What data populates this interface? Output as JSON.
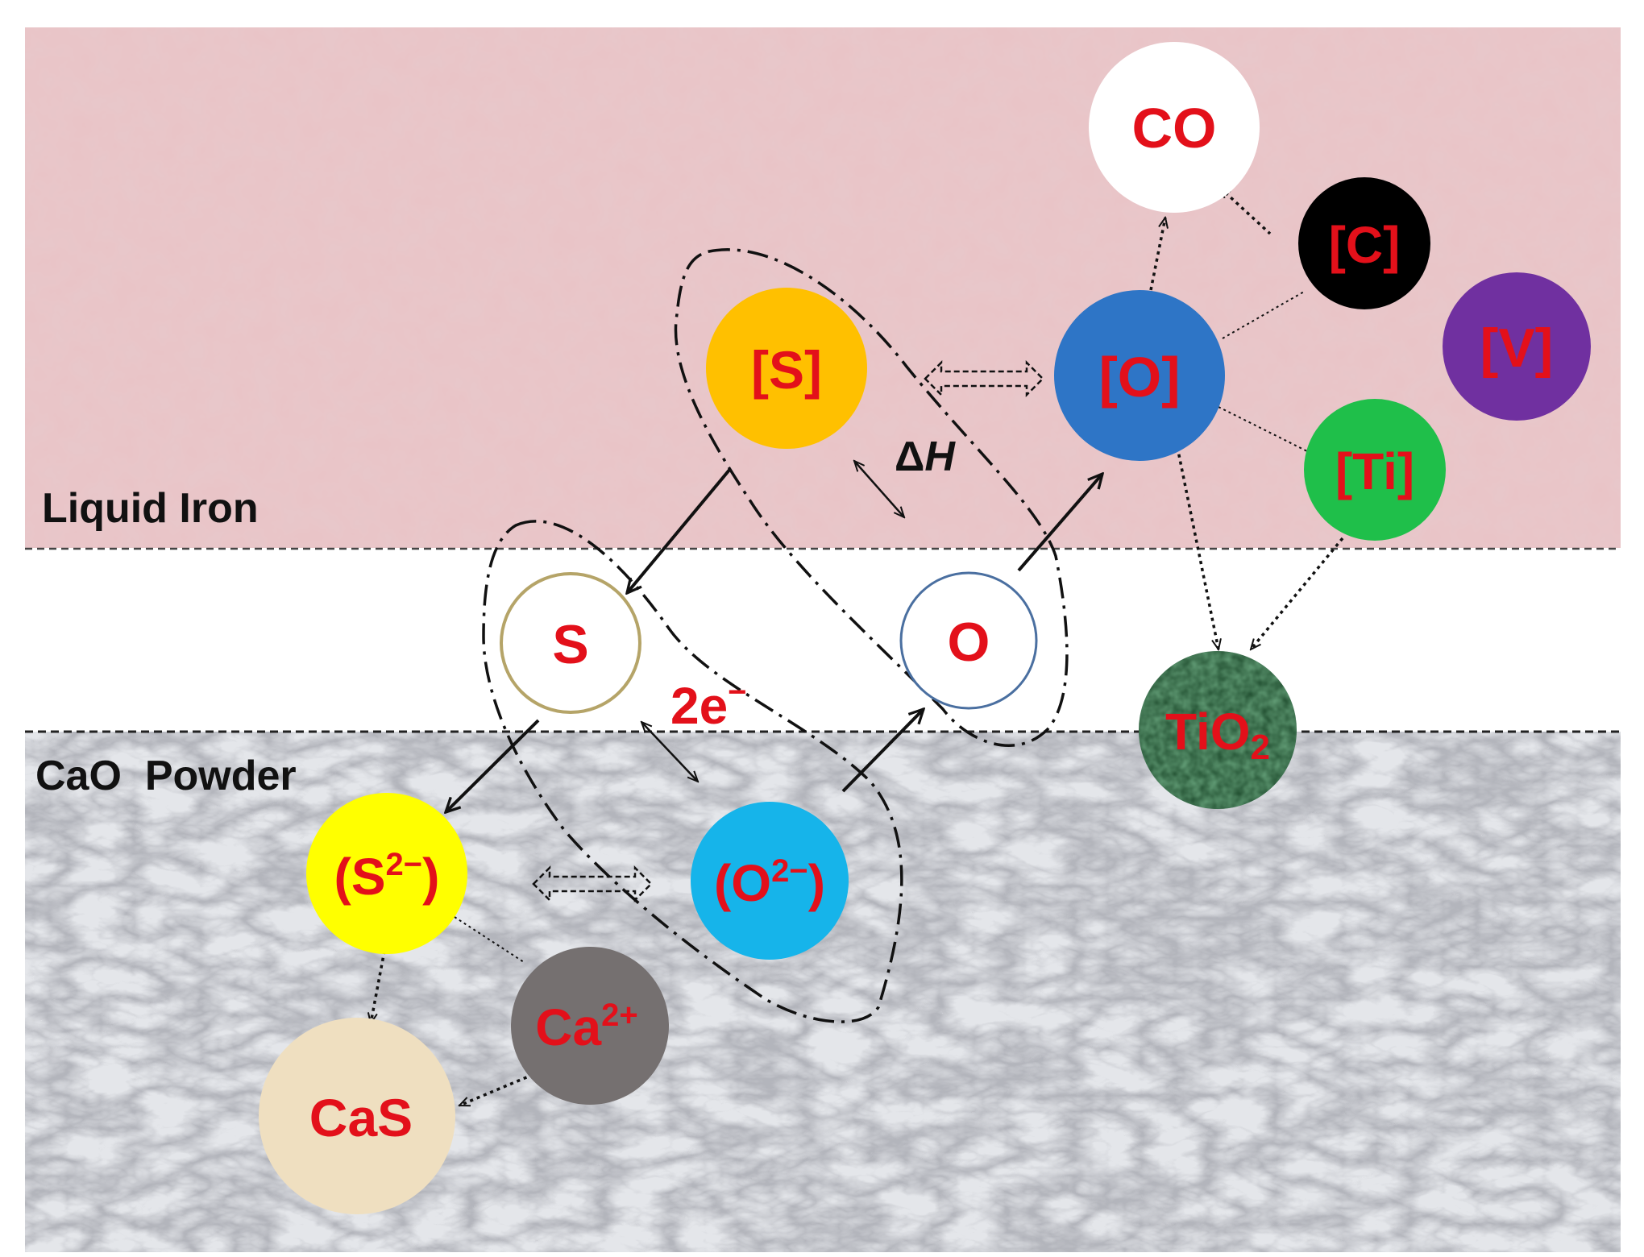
{
  "regions": {
    "liquid_iron": "Liquid Iron",
    "cao_powder": "CaO  Powder"
  },
  "nodes": {
    "co": "CO",
    "c": "[C]",
    "v": "[V]",
    "s_bracket": "[S]",
    "o_bracket": "[O]",
    "ti": "[Ti]",
    "s": "S",
    "o": "O",
    "tio2_base": "TiO",
    "tio2_sub": "2",
    "s2_open": "(S",
    "s2_sup": "2−",
    "s2_close": ")",
    "o2_open": "(O",
    "o2_sup": "2−",
    "o2_close": ")",
    "ca_base": "Ca",
    "ca_sup": "2+",
    "cas": "CaS"
  },
  "annotations": {
    "delta_h_sym": "Δ",
    "delta_h_var": "H",
    "two_e": "2e",
    "two_e_sup": "−"
  },
  "colors": {
    "liquid_iron": "#e9c3c6",
    "cao_powder": "#e4e6ea",
    "text_red": "#e3101a",
    "co": "#ffffff",
    "c": "#000000",
    "v": "#7030a0",
    "s_bracket": "#ffc000",
    "o_bracket": "#2e75c6",
    "ti": "#1fbf4a",
    "tio2": "#1d4a2c",
    "s2": "#ffff00",
    "o2": "#16b4ea",
    "ca": "#757070",
    "cas": "#efdfc0"
  }
}
